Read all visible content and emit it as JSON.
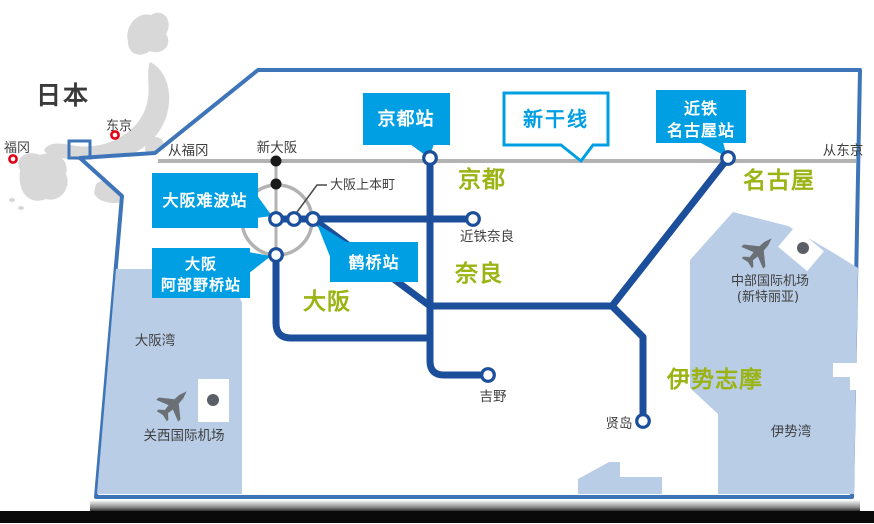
{
  "inset_map": {
    "country": "日本",
    "tokyo": "东京",
    "fukuoka": "福冈"
  },
  "shinkansen": {
    "callout": "新干线",
    "from_fukuoka": "从福冈",
    "from_tokyo": "从东京",
    "shin_osaka": "新大阪"
  },
  "station_callouts": {
    "kyoto": "京都站",
    "kintetsu_nagoya_line1": "近铁",
    "kintetsu_nagoya_line2": "名古屋站",
    "osaka_namba": "大阪难波站",
    "tsuruhashi": "鹤桥站",
    "osaka_abenobashi_line1": "大阪",
    "osaka_abenobashi_line2": "阿部野桥站"
  },
  "regions": {
    "kyoto": "京都",
    "nara": "奈良",
    "osaka": "大阪",
    "nagoya": "名古屋",
    "ise_shima": "伊势志摩"
  },
  "stations": {
    "osaka_uehommachi": "大阪上本町",
    "kintetsu_nara": "近铁奈良",
    "yoshino": "吉野",
    "kashikojima": "贤岛"
  },
  "geography": {
    "osaka_bay": "大阪湾",
    "kansai_airport": "关西国际机场",
    "chubu_airport_line1": "中部国际机场",
    "chubu_airport_line2": "(新特丽亚)",
    "ise_bay": "伊势湾"
  },
  "colors": {
    "accent_blue": "#009FE3",
    "route_blue": "#1B4E9B",
    "map_border_blue": "#3E74B8",
    "water_blue": "#B9CDE7",
    "region_green": "#9BB414",
    "line_gray": "#B3B3B3",
    "marker_red": "#E50012"
  }
}
